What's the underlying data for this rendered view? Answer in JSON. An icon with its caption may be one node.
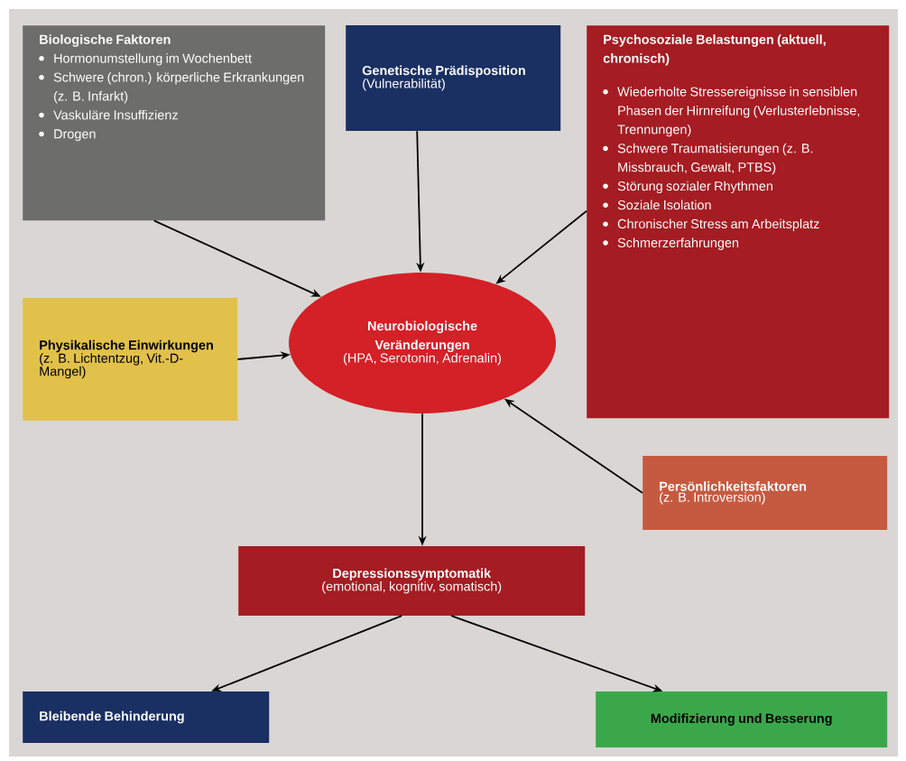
{
  "diagram": {
    "nodes": [
      {
        "text": [
          "Biologische Faktoren",
          "Hormonumstellung im Wochenbett",
          "Schwere (chron.) körperliche Erkrankungen (z. B. Infarkt)",
          "Vaskuläre Insuffizienz",
          "Drogen"
        ]
      },
      {
        "text": [
          "Genetische Prädisposition",
          "(Vulnerabilität)"
        ]
      },
      {
        "text": [
          "Psychosoziale Belastungen (aktuell, chronisch)",
          "Wiederholte Stressereignisse in sensiblen Phasen der Hirnreifung (Verlusterlebnisse, Trennungen)",
          "Schwere Traumatisierungen (z. B. Missbrauch, Gewalt, PTBS)",
          "Störung sozialer Rhythmen",
          "Soziale Isolation",
          "Chronischer Stress am Arbeitsplatz",
          "Schmerzerfahrungen"
        ]
      },
      {
        "text": [
          "Physikalische Einwirkungen",
          "(z. B. Lichtentzug, Vit.-D-Mangel)"
        ]
      },
      {
        "text": [
          "Neurobiologische Veränderungen",
          "(HPA, Serotonin, Adrenalin)"
        ]
      },
      {
        "text": [
          "Persönlichkeitsfaktoren",
          "(z. B. Introversion)"
        ]
      },
      {
        "text": [
          "Depressionssymptomatik",
          "(emotional, kognitiv, somatisch)"
        ]
      },
      {
        "text": [
          "Bleibende Behinderung"
        ]
      },
      {
        "text": [
          "Modifizierung und Besserung"
        ]
      }
    ],
    "edges": [
      {
        "from": 0,
        "to": 4,
        "arrow": "to"
      },
      {
        "from": 1,
        "to": 4,
        "arrow": "to"
      },
      {
        "from": 2,
        "to": 4,
        "arrow": "to"
      },
      {
        "from": 3,
        "to": 4,
        "arrow": "to"
      },
      {
        "from": 5,
        "to": 4,
        "arrow": "to"
      },
      {
        "from": 4,
        "to": 6,
        "arrow": "to"
      },
      {
        "from": 6,
        "to": 7,
        "arrow": "to"
      },
      {
        "from": 6,
        "to": 8,
        "arrow": "to"
      }
    ]
  }
}
